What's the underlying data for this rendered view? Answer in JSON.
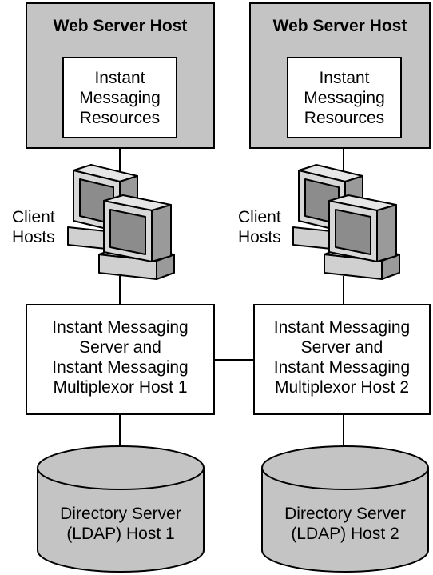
{
  "diagram": {
    "web_hosts": [
      {
        "title": "Web Server Host",
        "resources": [
          "Instant",
          "Messaging",
          "Resources"
        ]
      },
      {
        "title": "Web Server Host",
        "resources": [
          "Instant",
          "Messaging",
          "Resources"
        ]
      }
    ],
    "client_labels": [
      [
        "Client",
        "Hosts"
      ],
      [
        "Client",
        "Hosts"
      ]
    ],
    "im_hosts": [
      [
        "Instant Messaging",
        "Server and",
        "Instant Messaging",
        "Multiplexor Host 1"
      ],
      [
        "Instant Messaging",
        "Server and",
        "Instant Messaging",
        "Multiplexor Host 2"
      ]
    ],
    "directory_hosts": [
      [
        "Directory Server",
        "(LDAP) Host 1"
      ],
      [
        "Directory Server",
        "(LDAP) Host 2"
      ]
    ],
    "colors": {
      "host_fill": "#c4c4c4",
      "db_fill": "#c4c4c4",
      "line": "#000000",
      "box_fill": "#ffffff"
    }
  }
}
